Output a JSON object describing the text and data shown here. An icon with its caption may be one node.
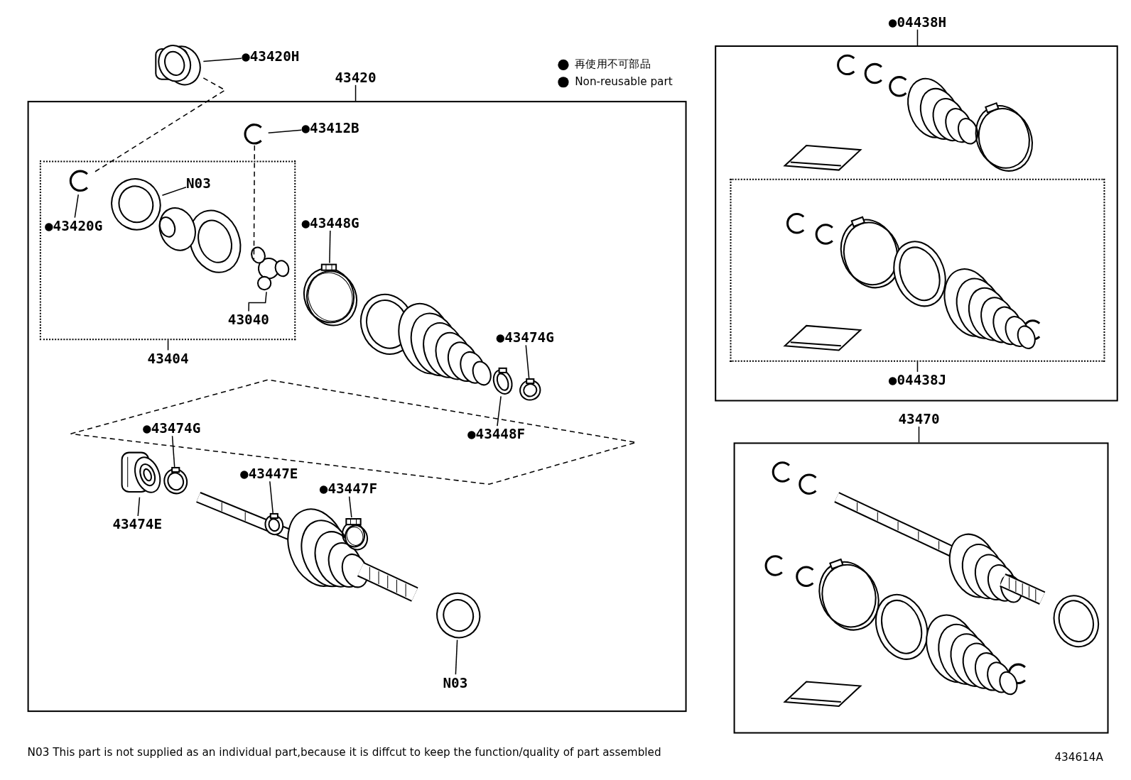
{
  "diagram": {
    "nodes": [
      {
        "text": [
          "●43420H"
        ]
      },
      {
        "text": [],
        "shape": "picture"
      },
      {
        "text": [
          "43420"
        ]
      },
      {
        "text": [
          "●43412B"
        ],
        "in": 2
      },
      {
        "text": [],
        "shape": "picture",
        "in": 2
      },
      {
        "text": [
          "43404"
        ],
        "in": 2
      },
      {
        "text": [
          "N03"
        ],
        "in": 5
      },
      {
        "text": [],
        "shape": "picture",
        "in": 5
      },
      {
        "text": [
          "●43420G"
        ],
        "in": 5
      },
      {
        "text": [],
        "shape": "picture",
        "in": 5
      },
      {
        "text": [
          "43040"
        ],
        "in": 5
      },
      {
        "text": [],
        "shape": "picture",
        "in": 5
      },
      {
        "text": [
          "●43448G"
        ],
        "in": 2
      },
      {
        "text": [],
        "shape": "picture",
        "in": 2
      },
      {
        "text": [
          "●43474G"
        ],
        "in": 2
      },
      {
        "text": [],
        "shape": "picture",
        "in": 2
      },
      {
        "text": [
          "●43448F"
        ],
        "in": 2
      },
      {
        "text": [],
        "shape": "picture",
        "in": 2
      },
      {
        "text": [
          "●43474G"
        ],
        "in": 2
      },
      {
        "text": [],
        "shape": "picture",
        "in": 2
      },
      {
        "text": [
          "43474E"
        ],
        "in": 2
      },
      {
        "text": [],
        "shape": "picture",
        "in": 2
      },
      {
        "text": [
          "●43447E"
        ],
        "in": 2
      },
      {
        "text": [],
        "shape": "picture",
        "in": 2
      },
      {
        "text": [
          "●43447F"
        ],
        "in": 2
      },
      {
        "text": [],
        "shape": "picture",
        "in": 2
      },
      {
        "text": [
          "N03"
        ],
        "in": 2
      },
      {
        "text": [],
        "shape": "picture",
        "in": 2
      },
      {
        "text": [
          "●04438H"
        ]
      },
      {
        "text": [
          "●04438J"
        ],
        "in": 28
      },
      {
        "text": [
          "43470"
        ]
      }
    ],
    "edges": [
      {
        "from": 0,
        "to": 1,
        "arrow": "none"
      },
      {
        "from": 1,
        "to": 9,
        "arrow": "none",
        "style": "dashed"
      },
      {
        "from": 3,
        "to": 4,
        "arrow": "none"
      },
      {
        "from": 4,
        "to": 11,
        "arrow": "none",
        "style": "dashed"
      },
      {
        "from": 6,
        "to": 7,
        "arrow": "none"
      },
      {
        "from": 8,
        "to": 9,
        "arrow": "none"
      },
      {
        "from": 10,
        "to": 11,
        "arrow": "none"
      },
      {
        "from": 12,
        "to": 13,
        "arrow": "none"
      },
      {
        "from": 14,
        "to": 15,
        "arrow": "none"
      },
      {
        "from": 16,
        "to": 17,
        "arrow": "none"
      },
      {
        "from": 18,
        "to": 19,
        "arrow": "none"
      },
      {
        "from": 20,
        "to": 21,
        "arrow": "none"
      },
      {
        "from": 22,
        "to": 23,
        "arrow": "none"
      },
      {
        "from": 24,
        "to": 25,
        "arrow": "none"
      },
      {
        "from": 26,
        "to": 27,
        "arrow": "none"
      }
    ],
    "labels": [
      "N03 This part is not supplied as an individual part,because it is diffcut to keep the function/quality of part assembled",
      "434614A"
    ],
    "legend": [
      {
        "text": "再使用不可部品"
      },
      {
        "text": "Non-reusable part"
      }
    ]
  }
}
